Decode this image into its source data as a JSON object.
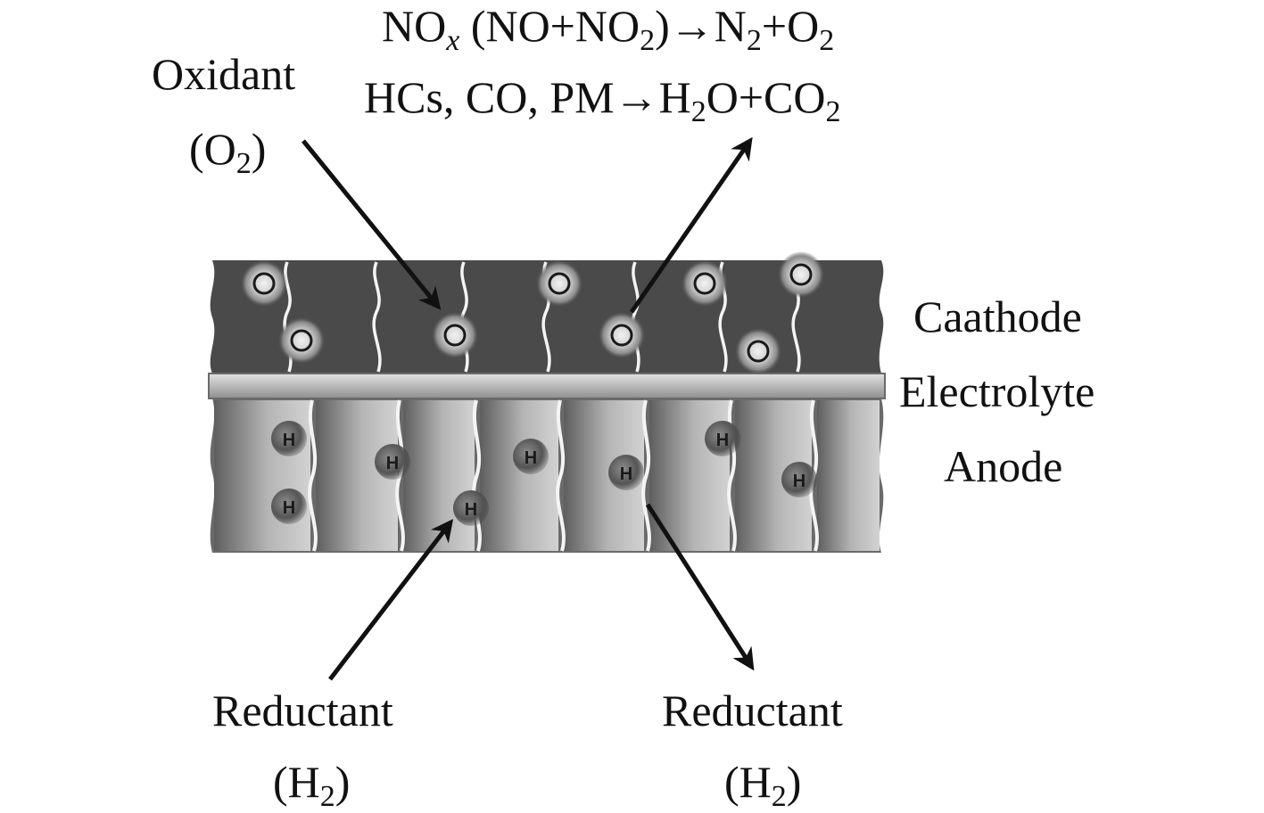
{
  "labels": {
    "top_line1": {
      "part1": "NO",
      "sub1": "x",
      "part2": " (NO+NO",
      "sub2": "2",
      "part3": ")→N",
      "sub3": "2",
      "part4": "+O",
      "sub4": "2"
    },
    "top_line2": {
      "part1": "HCs, CO, PM→H",
      "sub1": "2",
      "part2": "O+CO",
      "sub2": "2"
    },
    "oxidant": {
      "title": "Oxidant",
      "formula_open": "(O",
      "formula_sub": "2",
      "formula_close": ")"
    },
    "cathode": "Caathode",
    "electrolyte": "Electrolyte",
    "anode": "Anode",
    "reductant_left": {
      "title": "Reductant",
      "formula_open": "(H",
      "formula_sub": "2",
      "formula_close": ")"
    },
    "reductant_right": {
      "title": "Reductant",
      "formula_open": "(H",
      "formula_sub": "2",
      "formula_close": ")"
    }
  },
  "particles": {
    "oxygen_symbol": "O",
    "hydrogen_symbol": "H"
  },
  "colors": {
    "cathode": "#4a4a4a",
    "electrolyte": "#bdbdbd",
    "anode_light": "#c8c8c8",
    "anode_dark": "#5a5a5a",
    "arrow": "#111111"
  }
}
